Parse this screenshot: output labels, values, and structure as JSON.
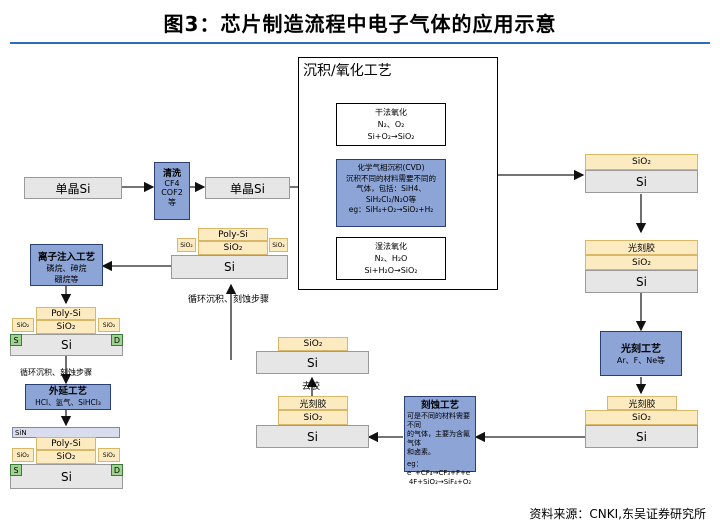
{
  "title": "图3：芯片制造流程中电子气体的应用示意",
  "source": "资料来源：CNKI,东吴证券研究所",
  "stages": {
    "single_crystal_a": "单晶Si",
    "single_crystal_b": "单晶Si",
    "cleaning_title": "清洗",
    "cleaning_gases": [
      "CF4",
      "COF2",
      "等"
    ],
    "deposition_group_title": "沉积/氧化工艺",
    "dry_oxidation": [
      "干法氧化",
      "N₂、O₂",
      "Si+O₂→SiO₂"
    ],
    "cvd": [
      "化学气相沉积(CVD)",
      "沉积不同的材料需要不同的",
      "气体，包括：SiH4、",
      "SiH₂Cl₂/N₂O等",
      "eg：SiH₄+O₂→SiO₂+H₂"
    ],
    "wet_oxidation": [
      "湿法氧化",
      "N₂、H₂O",
      "Si+H₂O→SiO₂"
    ],
    "ion_implant_title": "离子注入工艺",
    "ion_implant_gases": [
      "磷烷、砷烷",
      "硼烷等"
    ],
    "epitaxy_title": "外延工艺",
    "epitaxy_gases": "HCl、氢气、SiHCl₃",
    "loop_label_1": "循环沉积、刻蚀步骤",
    "loop_label_2": "循环沉积、刻蚀步骤",
    "photo_title": "光刻工艺",
    "photo_gases": "Ar、F、Ne等",
    "etch_title": "刻蚀工艺",
    "etch_desc": [
      "可是不同的材料需要不同",
      "的气体，主要为含氟气体",
      "和卤素。"
    ],
    "etch_eq": [
      "eg：e⁻+CF₄→CF₃+F+e⁻",
      "4F+SiO₂→SiF₄+O₂"
    ],
    "strip_label": "去胶"
  },
  "layers": {
    "si": "Si",
    "sio2": "SiO₂",
    "sio2_small": "SiO₂",
    "polysi": "Poly-Si",
    "photoresist": "光刻胶",
    "source": "S",
    "drain": "D",
    "sin": "SiN"
  },
  "colors": {
    "process_box": "#8da4d6",
    "oxide_layer": "#fcebc0",
    "substrate": "#e6e6e6",
    "title_rule": "#2e6db4",
    "sd_region": "#9fd38f"
  }
}
